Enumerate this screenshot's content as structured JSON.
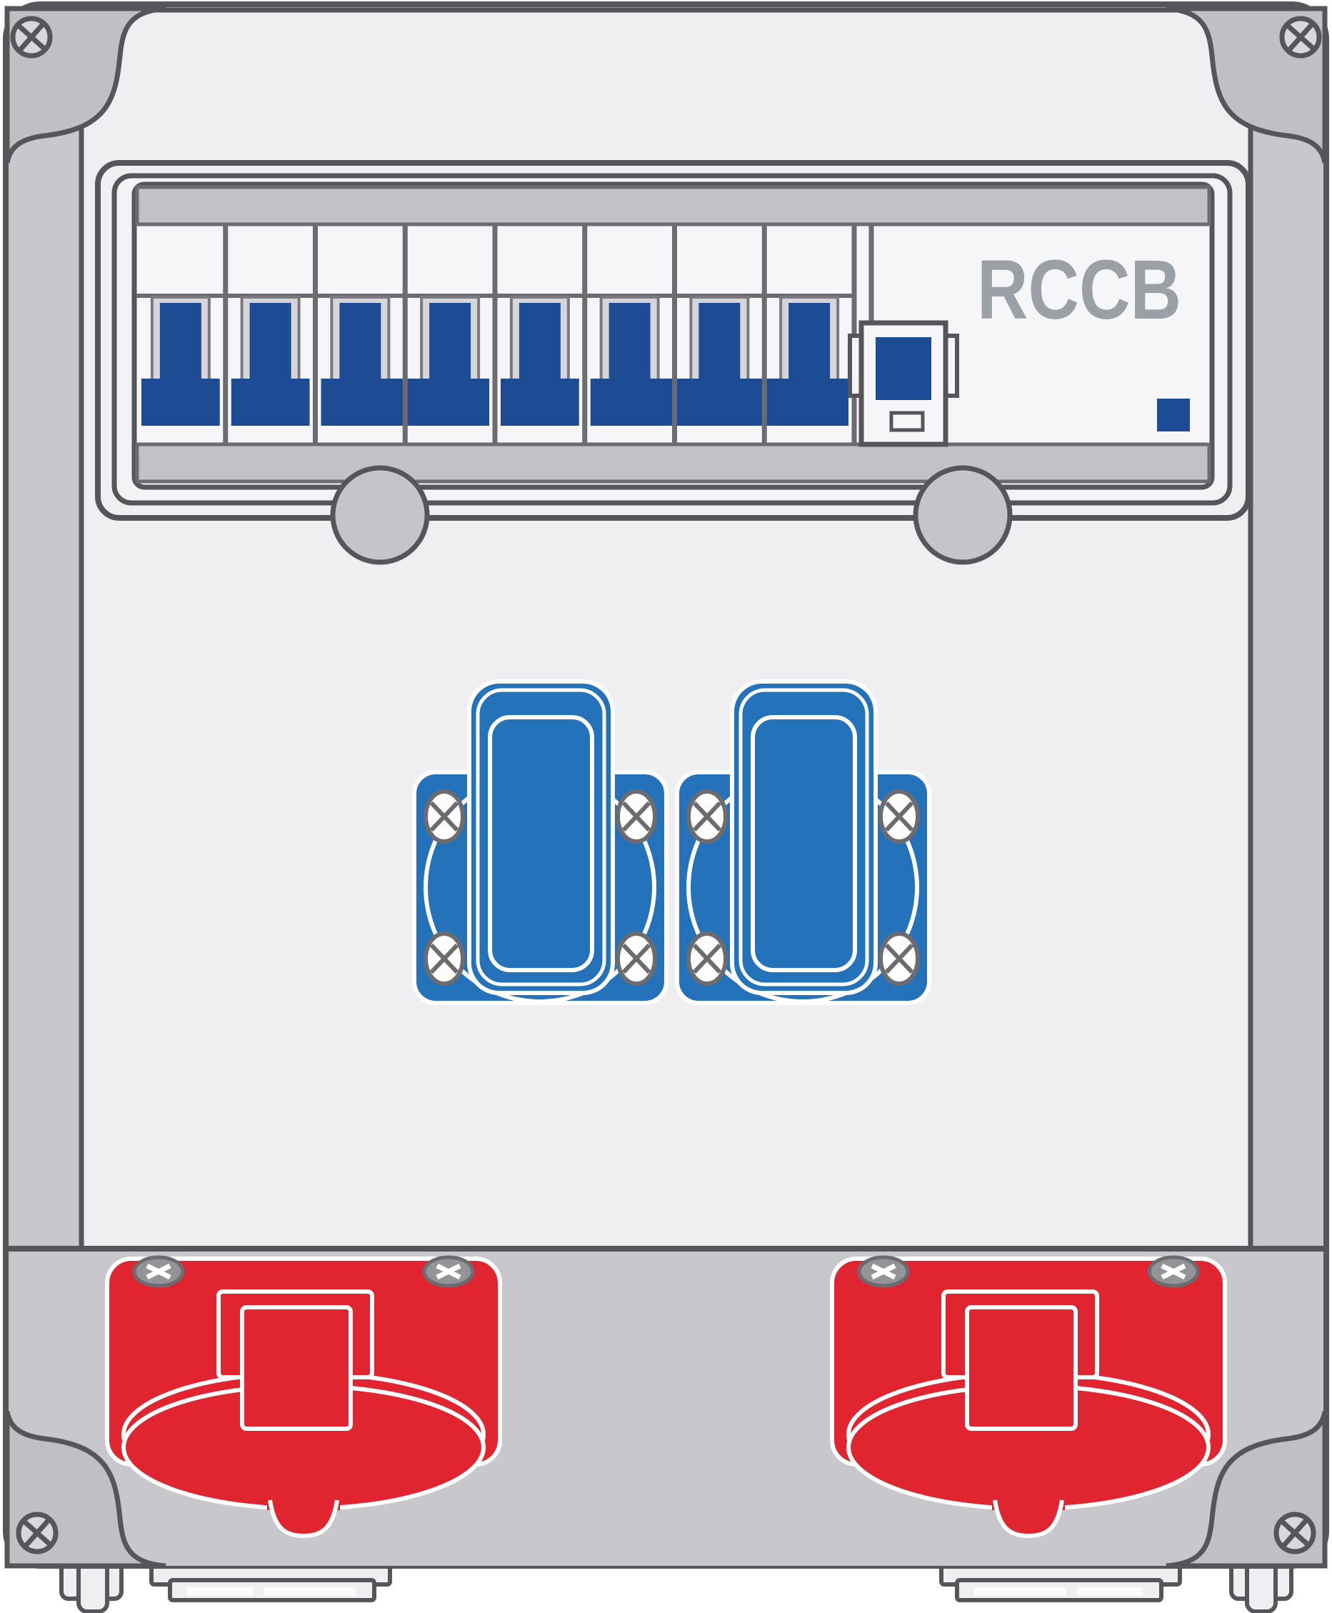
{
  "device": {
    "kind": "power-distribution-box-illustration",
    "window": {
      "rccb_label": "RCCB"
    },
    "breaker_row": {
      "module_count": 8,
      "groups": [
        1,
        1,
        2,
        1,
        3
      ],
      "rccb": {
        "present": true,
        "has_test_button": true,
        "indicator_square": true
      }
    },
    "sockets": {
      "blue_cee_count": 2,
      "red_cee_count": 2
    },
    "hardware": {
      "corner_screw_count": 4,
      "window_clip_count": 2,
      "knob_count": 2,
      "blue_socket_screws_each": 4,
      "red_socket_screws_each": 2
    }
  },
  "colors": {
    "breaker_blue": "#1d4c94",
    "socket_blue": "#2472ba",
    "socket_red": "#e02531",
    "label_gray": "#9ba0a6",
    "enclosure_gray": "#c8c8cc",
    "corner_patch_gray": "#c0c0c4",
    "panel_light": "#efeff1",
    "bar_gray": "#c2c2c6",
    "outline_dark": "#56565a",
    "outline_mid": "#6b6b70"
  }
}
